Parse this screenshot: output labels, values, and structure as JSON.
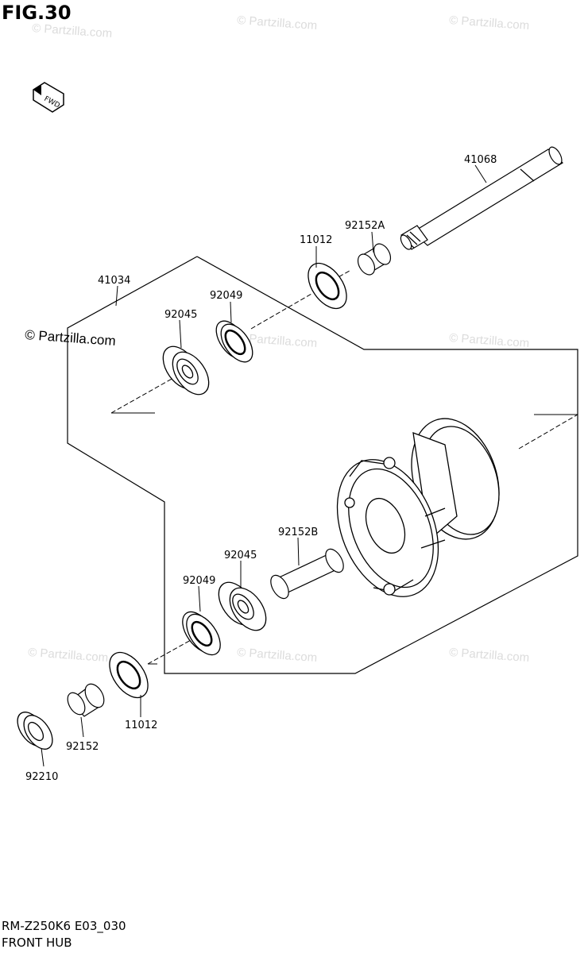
{
  "figure_label": "FIG.30",
  "fwd_label": "FWD",
  "watermark": "© Partzilla.com",
  "part_labels": {
    "p41068": "41068",
    "p92152A": "92152A",
    "p11012_top": "11012",
    "p41034": "41034",
    "p92049_top": "92049",
    "p92045_top": "92045",
    "p92152B": "92152B",
    "p92045_bottom": "92045",
    "p92049_bottom": "92049",
    "p11012_bottom": "11012",
    "p92152": "92152",
    "p92210": "92210"
  },
  "footer": {
    "model_code": "RM-Z250K6 E03_030",
    "section_name": "FRONT HUB"
  }
}
